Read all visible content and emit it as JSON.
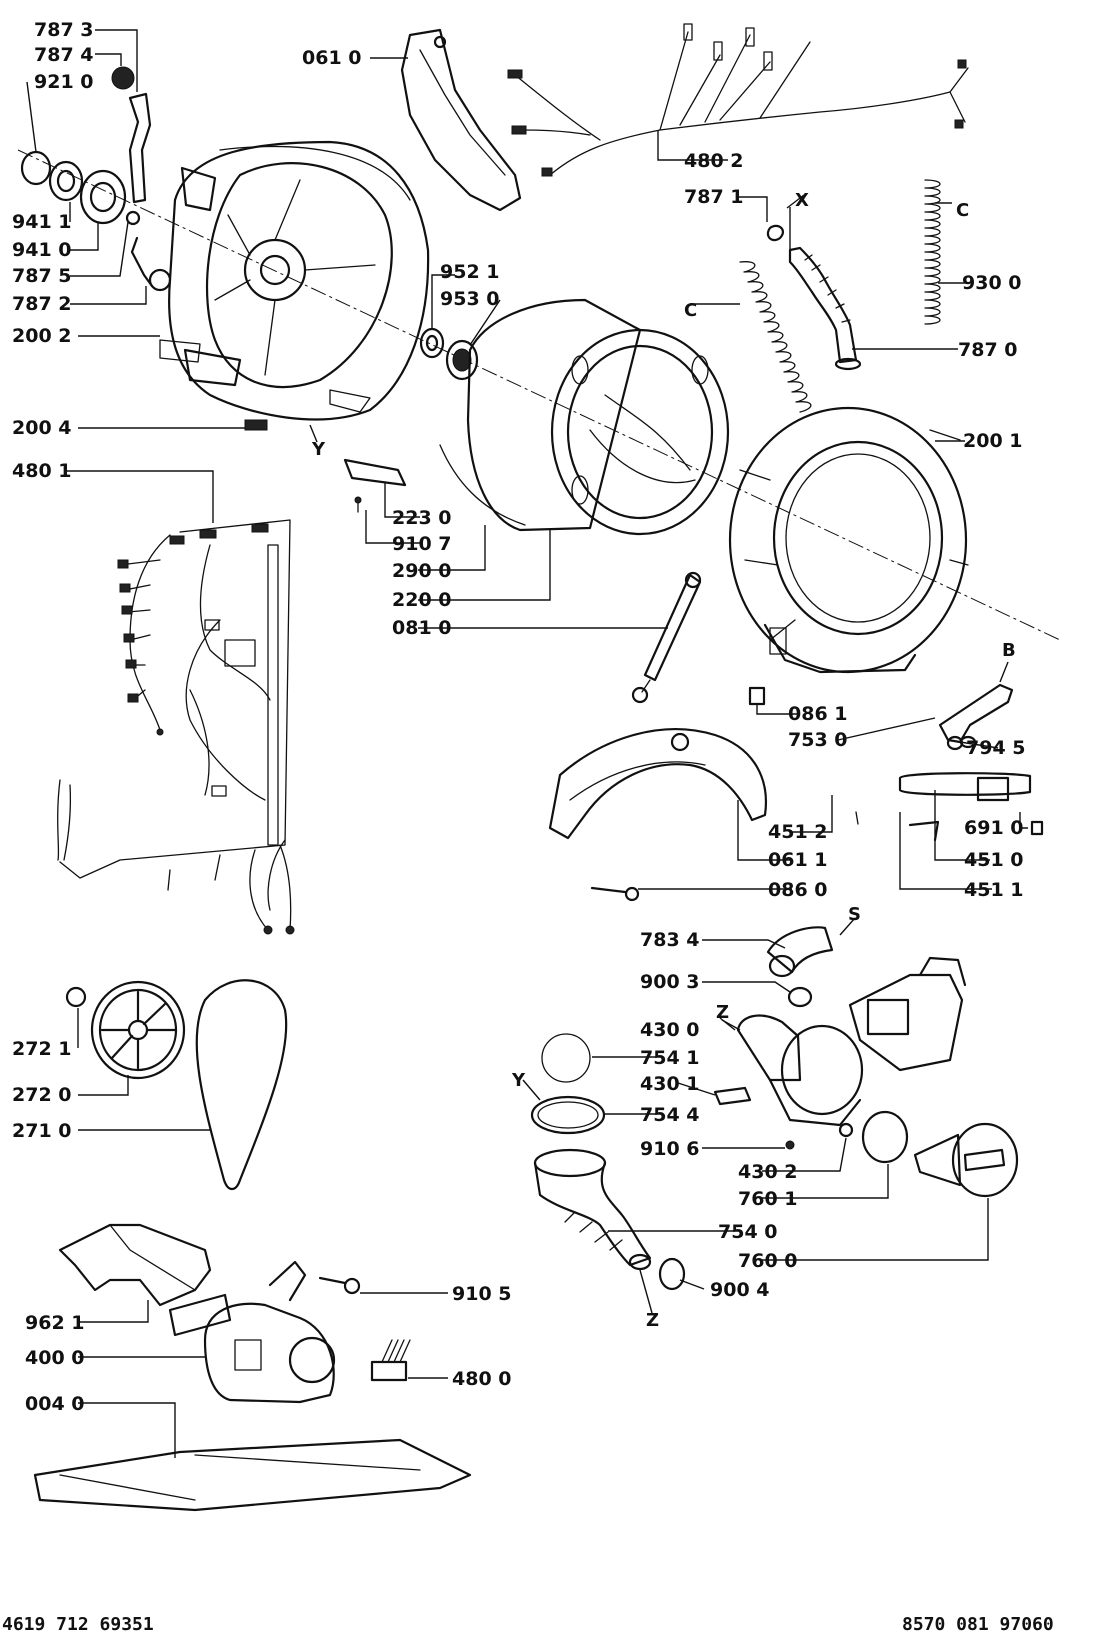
{
  "doc_code_left": "4619 712 69351",
  "doc_code_right": "8570 081 97060",
  "part_labels": [
    "787 3",
    "787 4",
    "921 0",
    "061 0",
    "480 2",
    "941 1",
    "941 0",
    "787 5",
    "787 2",
    "200 2",
    "952 1",
    "953 0",
    "787 1",
    "930 0",
    "787 0",
    "200 4",
    "200 1",
    "480 1",
    "223 0",
    "910 7",
    "290 0",
    "220 0",
    "081 0",
    "086 1",
    "753 0",
    "794 5",
    "451 2",
    "061 1",
    "691 0",
    "451 0",
    "086 0",
    "451 1",
    "783 4",
    "900 3",
    "430 0",
    "754 1",
    "430 1",
    "754 4",
    "910 6",
    "430 2",
    "760 1",
    "754 0",
    "760 0",
    "900 4",
    "272 1",
    "272 0",
    "271 0",
    "962 1",
    "400 0",
    "910 5",
    "480 0",
    "004 0"
  ],
  "ref_letters": [
    "X",
    "C",
    "C",
    "Y",
    "B",
    "S",
    "Z",
    "Y",
    "Z"
  ],
  "icons": {
    "wiring": "wiring-harness-icon",
    "tub": "tub-half-icon",
    "drum": "drum-icon",
    "spring": "spring-icon",
    "pump": "drain-pump-icon",
    "motor": "motor-icon",
    "pulley": "pulley-icon",
    "belt": "drive-belt-icon"
  }
}
